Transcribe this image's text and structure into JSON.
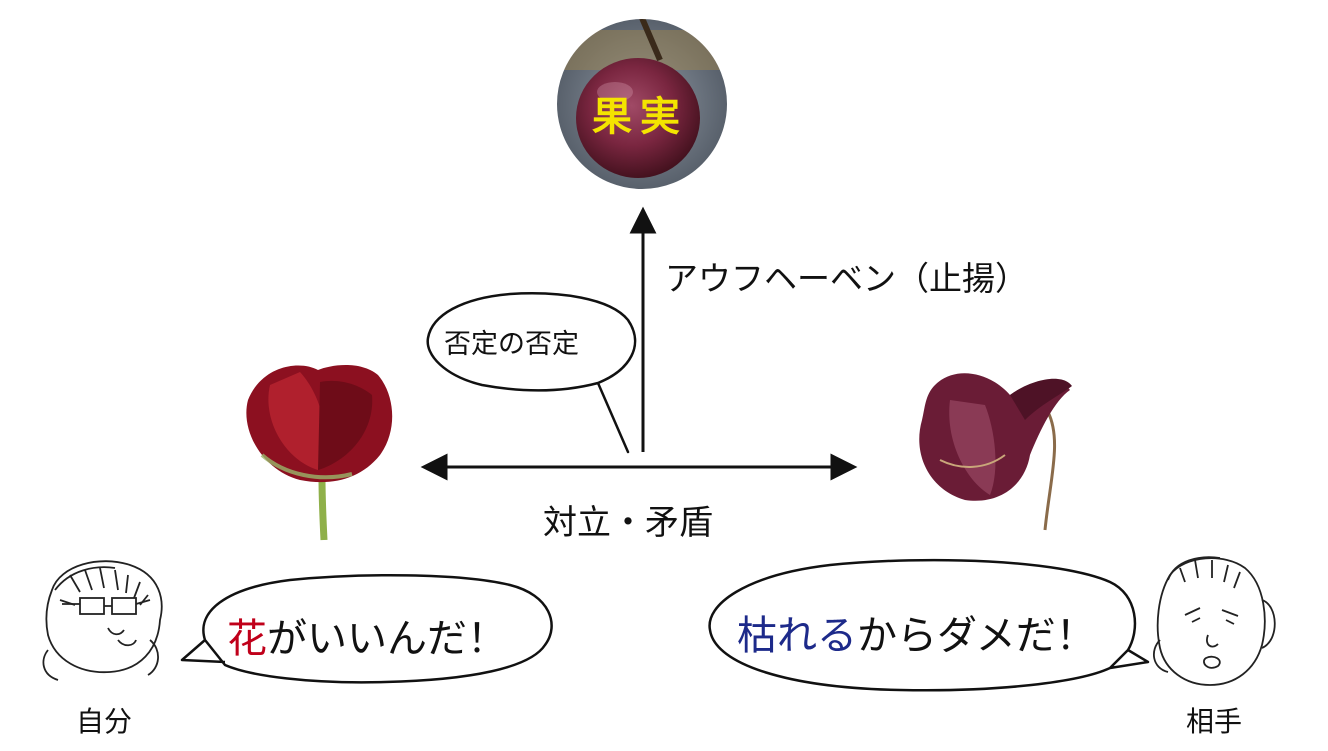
{
  "fruit": {
    "label": "果実",
    "label_color": "#f4e400"
  },
  "aufheben_label": "アウフヘーベン（止揚）",
  "negation_bubble": "否定の否定",
  "conflict_label": "対立・矛盾",
  "self": {
    "speech_highlight": "花",
    "speech_rest": "がいいんだ！",
    "highlight_color": "#c0001a",
    "caption": "自分"
  },
  "other": {
    "speech_highlight": "枯れる",
    "speech_rest": "からダメだ！",
    "highlight_color": "#1d2a8a",
    "caption": "相手"
  }
}
